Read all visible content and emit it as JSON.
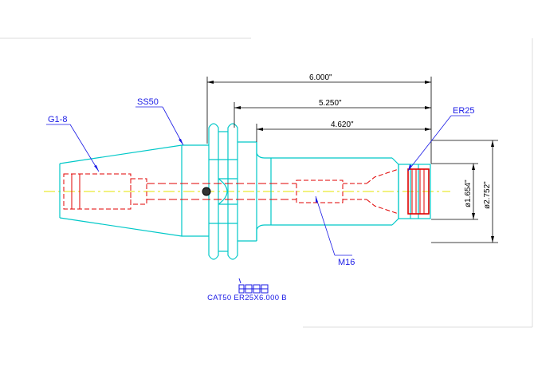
{
  "drawing": {
    "dimensions": {
      "overall_length": "6.000\"",
      "mid_length": "5.250\"",
      "short_length": "4.620\"",
      "small_diameter": "ø1.654\"",
      "large_diameter": "ø2.752\""
    },
    "callouts": {
      "taper": "SS50",
      "thread": "G1-8",
      "collet": "ER25",
      "screw": "M16"
    },
    "caption": "CAT50  ER25X6.000  B",
    "colors": {
      "body": "#00c8c8",
      "hidden": "#e00000",
      "centerline": "#e6e600",
      "callout": "#1a1ae6",
      "dimension": "#000000"
    },
    "icons": [
      "brand-logo-icon"
    ]
  }
}
